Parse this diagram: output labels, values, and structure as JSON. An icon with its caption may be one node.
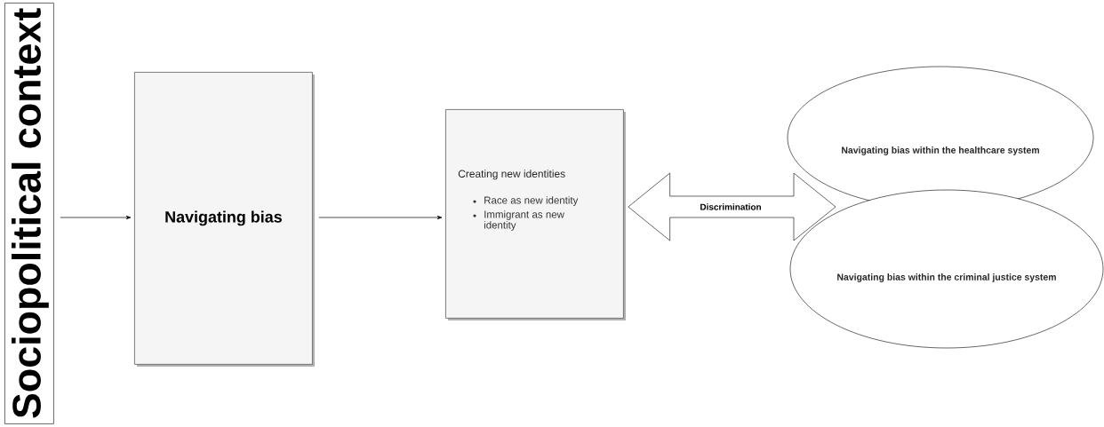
{
  "diagram": {
    "nodes": [
      {
        "text": [
          "Sociopolitical context"
        ]
      },
      {
        "text": [
          "Navigating bias"
        ]
      },
      {
        "text": [
          "Creating new identities",
          "Race as new identity",
          "Immigrant as new identity"
        ]
      },
      {
        "text": [
          "Navigating bias within the healthcare system"
        ]
      },
      {
        "text": [
          "Navigating bias within the criminal justice system"
        ]
      }
    ],
    "edges": [
      {
        "from": 0,
        "to": 1,
        "arrow": "to"
      },
      {
        "from": 1,
        "to": 2,
        "arrow": "to"
      },
      {
        "from": 2,
        "to": 3,
        "arrow": "both",
        "label": "Discrimination"
      },
      {
        "from": 2,
        "to": 4,
        "arrow": "both"
      }
    ]
  }
}
